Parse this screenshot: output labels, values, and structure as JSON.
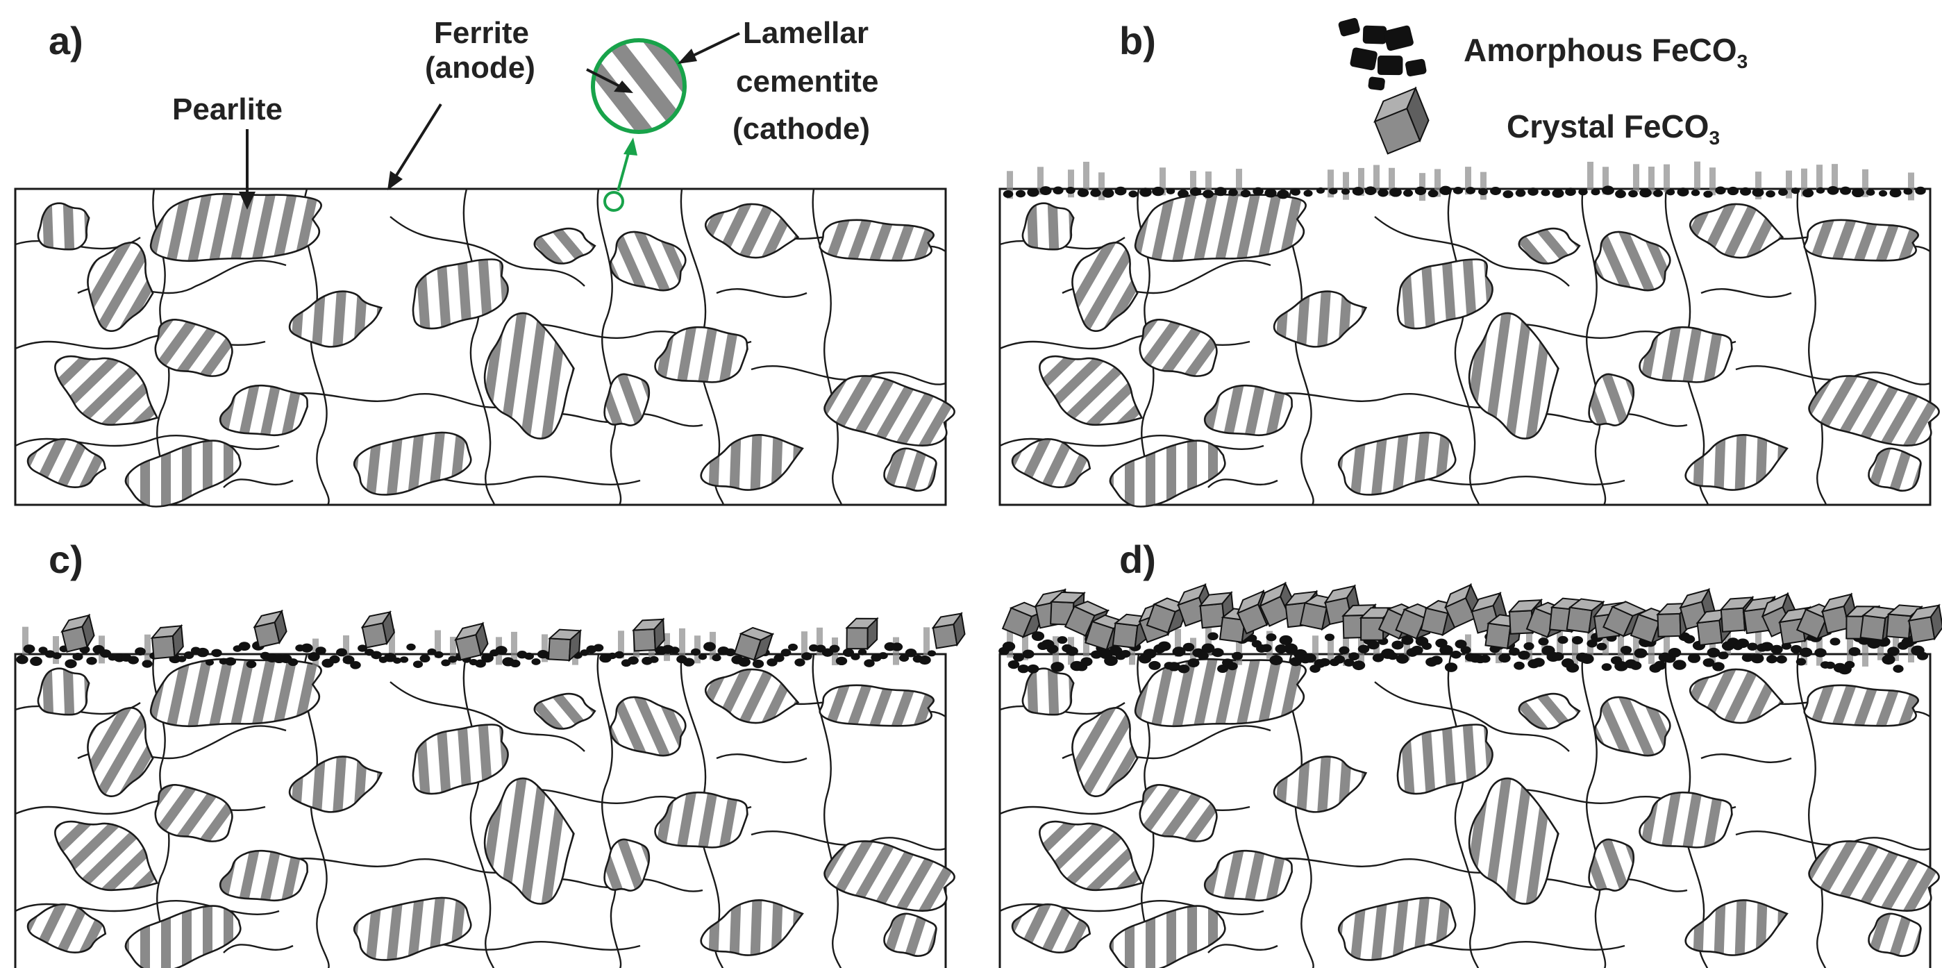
{
  "panels": [
    {
      "id": "a",
      "label": "a)",
      "stage": "bare"
    },
    {
      "id": "b",
      "label": "b)",
      "stage": "amorphous"
    },
    {
      "id": "c",
      "label": "c)",
      "stage": "mixed"
    },
    {
      "id": "d",
      "label": "d)",
      "stage": "dense"
    }
  ],
  "callouts": {
    "pearlite": "Pearlite",
    "ferrite_line1": "Ferrite",
    "ferrite_line2": "(anode)",
    "cementite_line1": "Lamellar",
    "cementite_line2": "cementite",
    "cementite_line3": "(cathode)"
  },
  "legend": {
    "amorphous_label": "Amorphous FeCO",
    "crystal_label": "Crystal FeCO",
    "subscript": "3"
  },
  "colors": {
    "pearlite_fill": "#8a8a8a",
    "amorphous": "#111111",
    "crystal_face": "#8c8c8c",
    "crystal_top": "#b0b0b0",
    "crystal_side": "#5f5f5f",
    "zoom_circle": "#18a34a",
    "outline": "#1a1a1a"
  },
  "icons": {
    "amorphous_legend": "amorphous-clump-icon",
    "crystal_legend": "crystal-cube-icon"
  }
}
